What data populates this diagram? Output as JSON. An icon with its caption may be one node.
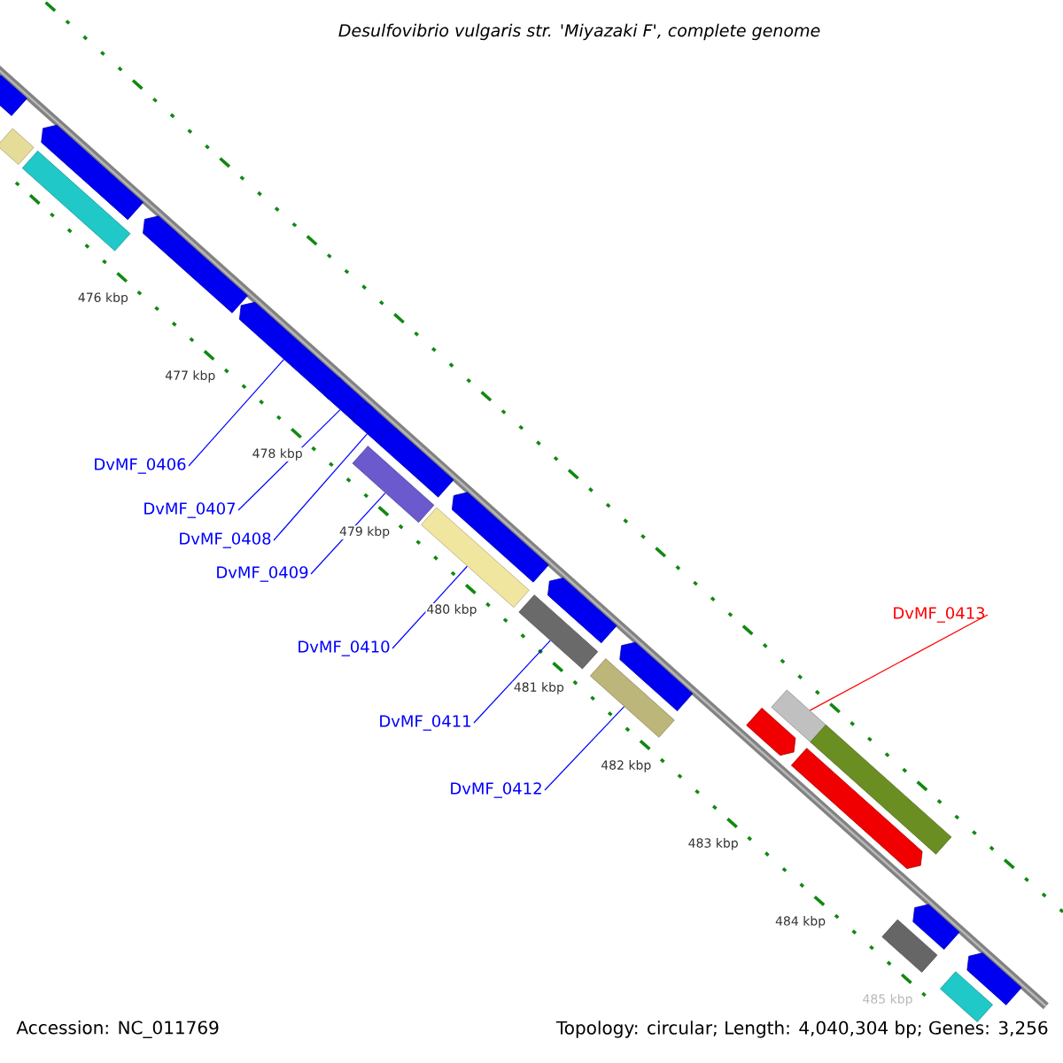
{
  "diagram": {
    "title": "Desulfovibrio vulgaris str. 'Miyazaki F', complete genome",
    "nodes": [
      {
        "text": [
          "DvMF_0406"
        ]
      },
      {
        "text": [
          "DvMF_0407"
        ]
      },
      {
        "text": [
          "DvMF_0408"
        ]
      },
      {
        "text": [
          "DvMF_0409"
        ]
      },
      {
        "text": [
          "DvMF_0410"
        ]
      },
      {
        "text": [
          "DvMF_0411"
        ]
      },
      {
        "text": [
          "DvMF_0412"
        ]
      },
      {
        "text": [
          "DvMF_0413"
        ]
      },
      {
        "text": [],
        "shape": "pentagon"
      },
      {
        "text": [],
        "shape": "box"
      },
      {
        "text": [],
        "shape": "box"
      },
      {
        "text": [],
        "shape": "pentagon"
      },
      {
        "text": [],
        "shape": "pentagon"
      },
      {
        "text": [],
        "shape": "pentagon"
      },
      {
        "text": [],
        "shape": "pentagon"
      },
      {
        "text": [],
        "shape": "pentagon"
      },
      {
        "text": [],
        "shape": "box"
      },
      {
        "text": [],
        "shape": "pentagon"
      },
      {
        "text": [],
        "shape": "box"
      },
      {
        "text": [],
        "shape": "pentagon"
      },
      {
        "text": [],
        "shape": "box"
      },
      {
        "text": [],
        "shape": "pentagon"
      },
      {
        "text": [],
        "shape": "box"
      },
      {
        "text": [],
        "shape": "pentagon"
      },
      {
        "text": [],
        "shape": "pentagon"
      },
      {
        "text": [],
        "shape": "box"
      },
      {
        "text": [],
        "shape": "pentagon"
      },
      {
        "text": [],
        "shape": "box"
      },
      {
        "text": [],
        "shape": "box"
      },
      {
        "text": [],
        "shape": "pentagon"
      },
      {
        "text": [],
        "shape": "box"
      },
      {
        "text": [],
        "shape": "pentagon"
      }
    ],
    "edges": [
      {
        "from": 0,
        "to": 13,
        "arrow": "none"
      },
      {
        "from": 1,
        "to": 14,
        "arrow": "none"
      },
      {
        "from": 2,
        "to": 15,
        "arrow": "none"
      },
      {
        "from": 3,
        "to": 16,
        "arrow": "none"
      },
      {
        "from": 4,
        "to": 18,
        "arrow": "none"
      },
      {
        "from": 5,
        "to": 20,
        "arrow": "none"
      },
      {
        "from": 6,
        "to": 22,
        "arrow": "none"
      },
      {
        "from": 7,
        "to": 25,
        "arrow": "none",
        "color": "#ff0000"
      }
    ],
    "labels": [
      "476 kbp",
      "477 kbp",
      "478 kbp",
      "479 kbp",
      "480 kbp",
      "481 kbp",
      "482 kbp",
      "483 kbp",
      "484 kbp",
      "485 kbp",
      "Accession: NC_011769",
      "Topology: circular; Length: 4,040,304 bp; Genes: 3,256"
    ]
  }
}
